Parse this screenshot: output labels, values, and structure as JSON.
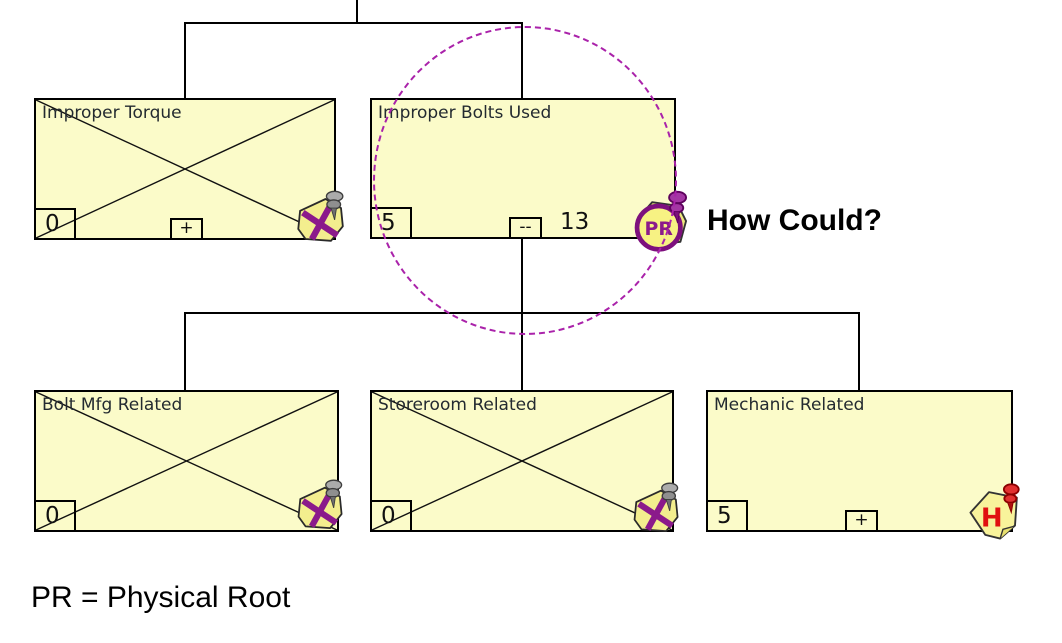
{
  "diagram": {
    "kind": "rca-logic-tree",
    "annotation": "How Could?",
    "legend": "PR = Physical Root"
  },
  "nodes": [
    {
      "title": "Improper Torque",
      "count": "0",
      "expander": "+",
      "crossed_out": true,
      "icon": "pinned-note-x"
    },
    {
      "title": "Improper Bolts Used",
      "count": "5",
      "expander": "--",
      "hidden_children": "13",
      "crossed_out": false,
      "icon": "physical-root-badge",
      "badge": "PR",
      "highlighted": true
    },
    {
      "title": "Bolt Mfg Related",
      "count": "0",
      "crossed_out": true,
      "icon": "pinned-note-x"
    },
    {
      "title": "Storeroom Related",
      "count": "0",
      "crossed_out": true,
      "icon": "pinned-note-x"
    },
    {
      "title": "Mechanic Related",
      "count": "5",
      "expander": "+",
      "crossed_out": false,
      "icon": "hypothesis-note",
      "badge": "H"
    }
  ],
  "colors": {
    "node_fill": "#FBFBC9",
    "connector": "#000000",
    "highlight_ellipse": "#AA22AA",
    "accent_purple": "#8B1A8B",
    "accent_red": "#DD1111"
  }
}
